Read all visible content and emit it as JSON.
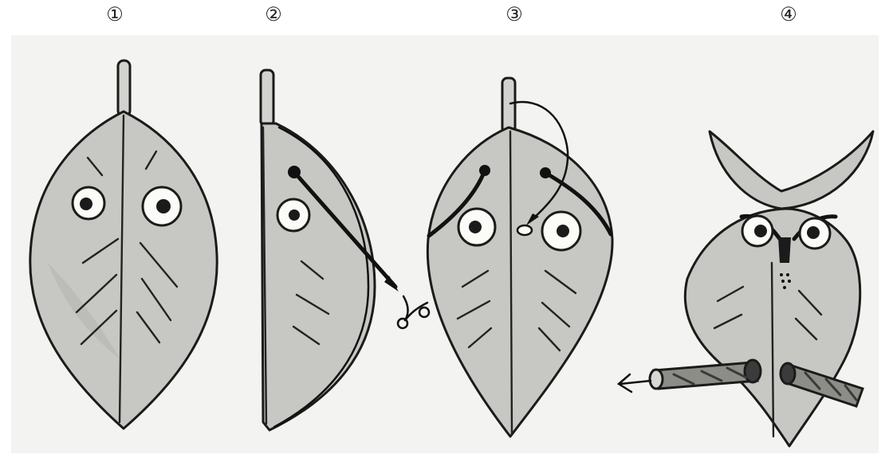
{
  "steps": [
    {
      "label": "①"
    },
    {
      "label": "②"
    },
    {
      "label": "③"
    },
    {
      "label": "④"
    }
  ],
  "icons": {
    "scissors": "scissors-icon",
    "arrow": "arrow-left-icon"
  },
  "colors": {
    "leaf": "#c7c7c3",
    "outline": "#1b1b1b",
    "eye": "#fbfbf8",
    "twig": "#8d8d88",
    "background": "#f3f3f1"
  }
}
